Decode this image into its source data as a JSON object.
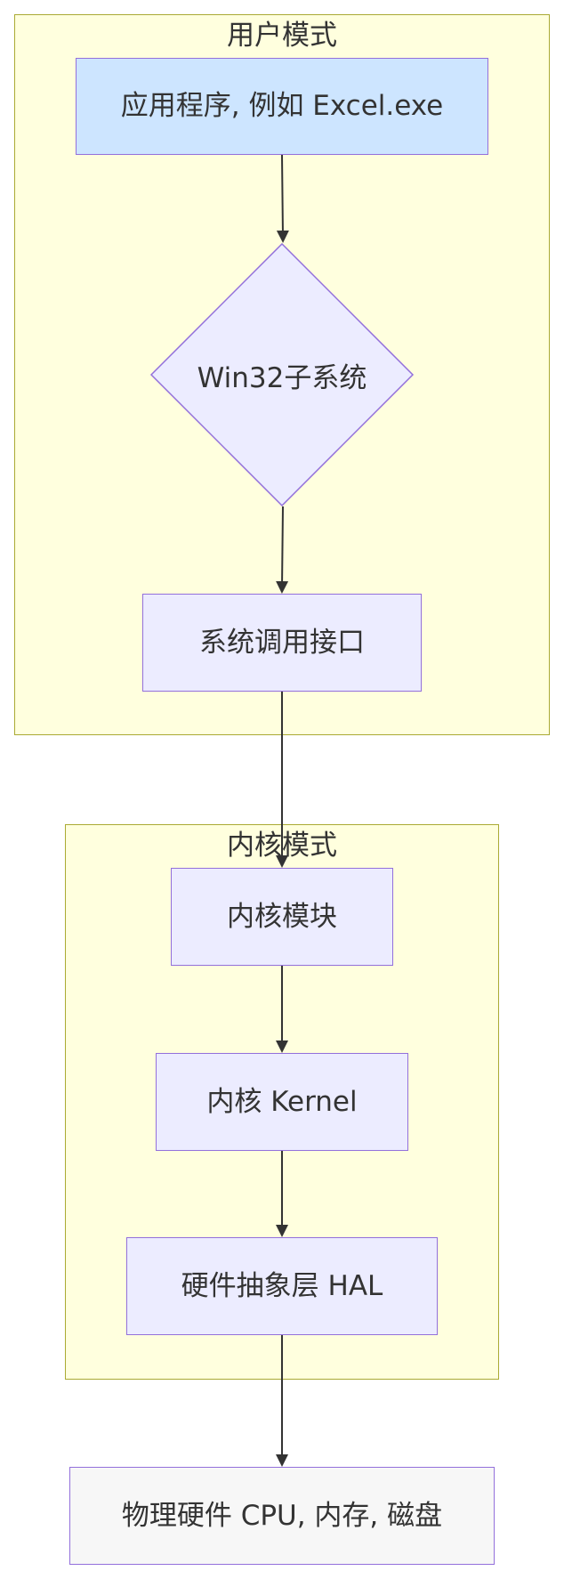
{
  "diagram": {
    "clusters": {
      "user_mode": {
        "title": "用户模式"
      },
      "kernel_mode": {
        "title": "内核模式"
      }
    },
    "nodes": {
      "app": {
        "label": "应用程序, 例如 Excel.exe"
      },
      "win32": {
        "label": "Win32子系统"
      },
      "syscall": {
        "label": "系统调用接口"
      },
      "kernel_module": {
        "label": "内核模块"
      },
      "kernel": {
        "label": "内核 Kernel"
      },
      "hal": {
        "label": "硬件抽象层 HAL"
      },
      "hardware": {
        "label": "物理硬件 CPU, 内存, 磁盘"
      }
    },
    "edges": [
      {
        "from": "app",
        "to": "win32"
      },
      {
        "from": "win32",
        "to": "syscall"
      },
      {
        "from": "syscall",
        "to": "kernel_module"
      },
      {
        "from": "kernel_module",
        "to": "kernel"
      },
      {
        "from": "kernel",
        "to": "hal"
      },
      {
        "from": "hal",
        "to": "hardware"
      }
    ],
    "colors": {
      "cluster_fill": "#ffffde",
      "cluster_border": "#aaaa33",
      "node_fill": "#ececff",
      "node_border": "#9370db",
      "app_fill": "#cde5ff",
      "hardware_fill": "#f7f7f7",
      "edge": "#333333",
      "text": "#333333"
    }
  }
}
